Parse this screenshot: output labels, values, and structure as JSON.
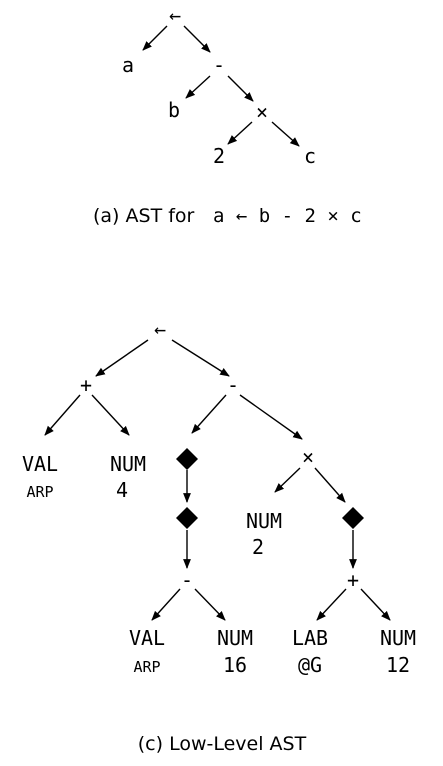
{
  "figure_a": {
    "caption_prefix": "(a) AST for",
    "caption_expr": "a ← b - 2 × c",
    "nodes": {
      "root": "←",
      "a": "a",
      "minus": "-",
      "b": "b",
      "times": "×",
      "two": "2",
      "c": "c"
    }
  },
  "figure_c": {
    "caption": "(c) Low-Level AST",
    "nodes": {
      "root": "←",
      "plus": "+",
      "minus": "-",
      "val_arp_1": {
        "kind": "VAL",
        "value": "ARP"
      },
      "num_4": {
        "kind": "NUM",
        "value": "4"
      },
      "times": "×",
      "num_2": {
        "kind": "NUM",
        "value": "2"
      },
      "minus_2": "-",
      "val_arp_2": {
        "kind": "VAL",
        "value": "ARP"
      },
      "num_16": {
        "kind": "NUM",
        "value": "16"
      },
      "plus_2": "+",
      "lab_g": {
        "kind": "LAB",
        "value": "@G"
      },
      "num_12": {
        "kind": "NUM",
        "value": "12"
      }
    }
  }
}
